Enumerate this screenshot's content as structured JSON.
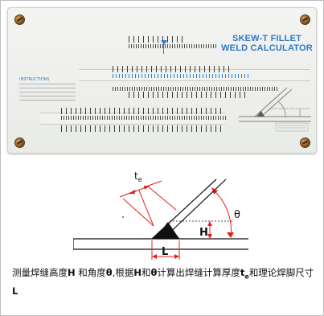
{
  "calculator": {
    "title_line1": "SKEW-T FILLET",
    "title_line2": "WELD CALCULATOR",
    "instructions_heading": "INSTRUCTIONS"
  },
  "diagram": {
    "label_te": "t",
    "label_te_sub": "e",
    "label_theta": "θ",
    "label_H": "H",
    "label_L": "L"
  },
  "caption": {
    "part1": "测量焊缝高度",
    "H1": "H",
    "part2": " 和角度",
    "theta1": "θ",
    "part3": ",根据",
    "H2": "H",
    "part4": "和",
    "theta2": "θ",
    "part5": "计算出焊缝计算厚度",
    "te": "t",
    "te_sub": "e",
    "part6": "和理论焊脚尺寸",
    "L": "L"
  },
  "colors": {
    "accent_red": "#e3221c",
    "calculator_blue": "#2e79c6",
    "weld_fill": "#111111"
  }
}
